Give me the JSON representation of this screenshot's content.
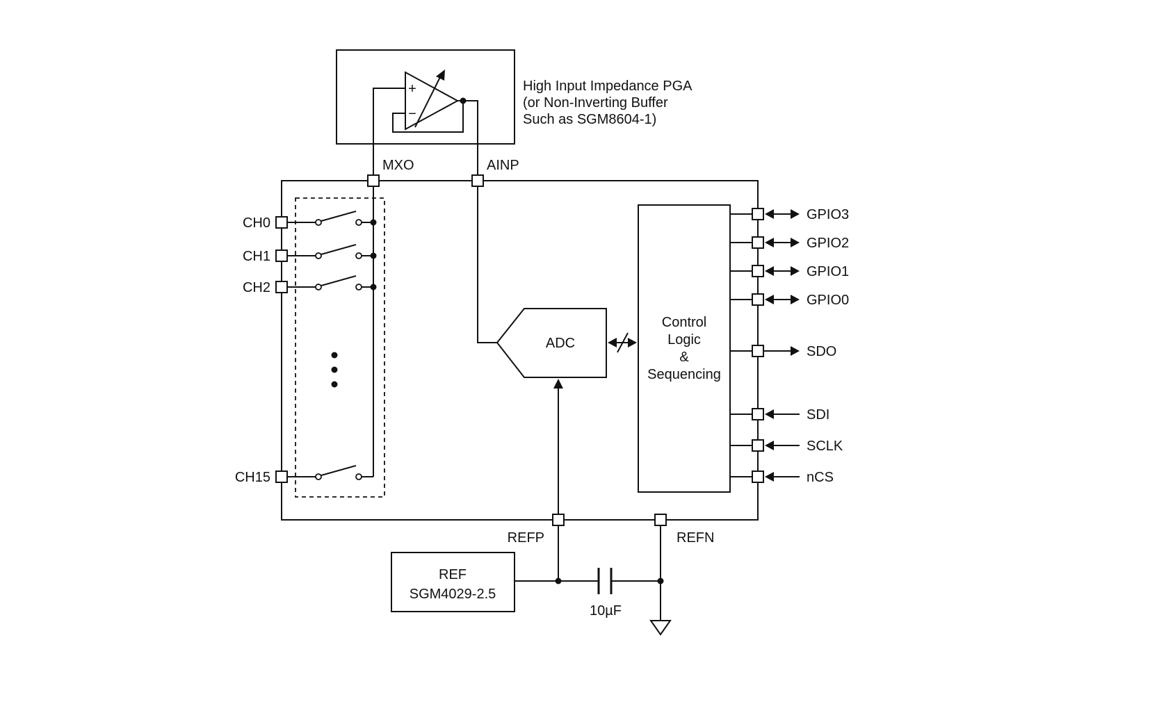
{
  "pga": {
    "caption": {
      "line1": "High Input Impedance PGA",
      "line2": "(or Non-Inverting Buffer",
      "line3": "Such as SGM8604-1)"
    },
    "plus": "+",
    "minus": "−"
  },
  "top_pins": {
    "mxo": "MXO",
    "ainp": "AINP"
  },
  "left_pins": {
    "ch0": "CH0",
    "ch1": "CH1",
    "ch2": "CH2",
    "ch15": "CH15"
  },
  "right_pins": {
    "gpio3": "GPIO3",
    "gpio2": "GPIO2",
    "gpio1": "GPIO1",
    "gpio0": "GPIO0",
    "sdo": "SDO",
    "sdi": "SDI",
    "sclk": "SCLK",
    "ncs": "nCS"
  },
  "bottom_pins": {
    "refp": "REFP",
    "refn": "REFN"
  },
  "blocks": {
    "adc": "ADC",
    "control_logic": {
      "line1": "Control",
      "line2": "Logic",
      "line3": "&",
      "line4": "Sequencing"
    },
    "ref": {
      "line1": "REF",
      "line2": "SGM4029-2.5"
    }
  },
  "capacitor": {
    "label": "10µF"
  }
}
